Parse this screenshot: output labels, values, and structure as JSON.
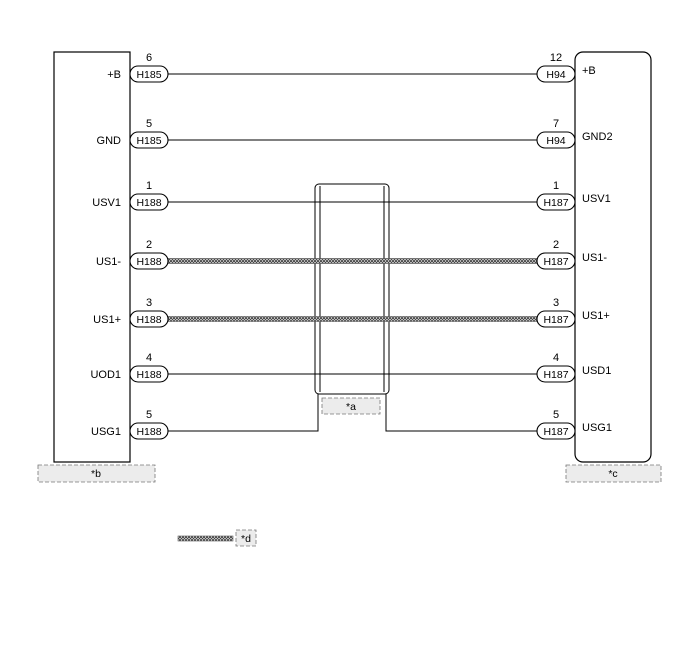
{
  "left_component": {
    "label": "*b",
    "connectors": [
      {
        "terminal": "+B",
        "connector": "H185",
        "pin": "6"
      },
      {
        "terminal": "GND",
        "connector": "H185",
        "pin": "5"
      },
      {
        "terminal": "USV1",
        "connector": "H188",
        "pin": "1"
      },
      {
        "terminal": "US1-",
        "connector": "H188",
        "pin": "2"
      },
      {
        "terminal": "US1+",
        "connector": "H188",
        "pin": "3"
      },
      {
        "terminal": "UOD1",
        "connector": "H188",
        "pin": "4"
      },
      {
        "terminal": "USG1",
        "connector": "H188",
        "pin": "5"
      }
    ]
  },
  "right_component": {
    "label": "*c",
    "connectors": [
      {
        "terminal": "+B",
        "connector": "H94",
        "pin": "12"
      },
      {
        "terminal": "GND2",
        "connector": "H94",
        "pin": "7"
      },
      {
        "terminal": "USV1",
        "connector": "H187",
        "pin": "1"
      },
      {
        "terminal": "US1-",
        "connector": "H187",
        "pin": "2"
      },
      {
        "terminal": "US1+",
        "connector": "H187",
        "pin": "3"
      },
      {
        "terminal": "USD1",
        "connector": "H187",
        "pin": "4"
      },
      {
        "terminal": "USG1",
        "connector": "H187",
        "pin": "5"
      }
    ]
  },
  "wires": [
    {
      "type": "plain"
    },
    {
      "type": "plain"
    },
    {
      "type": "plain"
    },
    {
      "type": "twisted"
    },
    {
      "type": "twisted"
    },
    {
      "type": "plain"
    },
    {
      "type": "shield-drain"
    }
  ],
  "shield_label": "*a",
  "legend": {
    "label": "*d"
  },
  "colors": {
    "line": "#000000",
    "tag_fill": "#ececec",
    "tag_border": "#777777",
    "twisted": "#555555"
  }
}
